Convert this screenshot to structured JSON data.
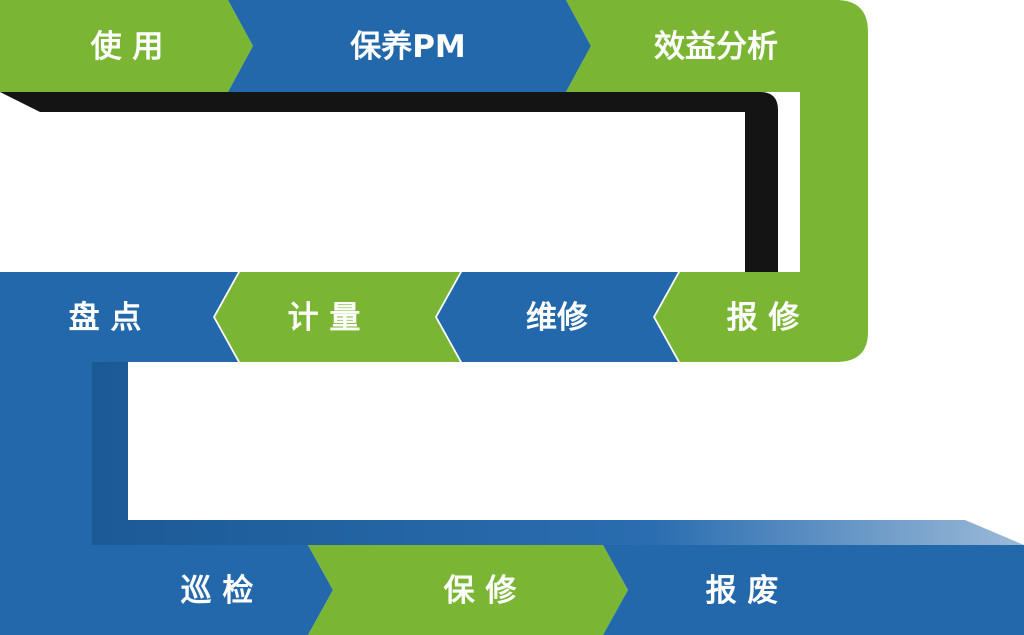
{
  "colors": {
    "green": "#7ab534",
    "blue": "#2368aa",
    "shadow": "#141414",
    "blue_shadow": "#1b4a7a",
    "background": "#ffffff"
  },
  "rows": [
    {
      "stages": [
        {
          "label": "使 用",
          "color": "green"
        },
        {
          "label": "保养PM",
          "color": "blue"
        },
        {
          "label": "效益分析",
          "color": "green"
        }
      ]
    },
    {
      "stages": [
        {
          "label": "盘 点",
          "color": "blue"
        },
        {
          "label": "计 量",
          "color": "green"
        },
        {
          "label": "维修",
          "color": "blue"
        },
        {
          "label": "报 修",
          "color": "green"
        }
      ]
    },
    {
      "stages": [
        {
          "label": "巡 检",
          "color": "blue"
        },
        {
          "label": "保 修",
          "color": "green"
        },
        {
          "label": "报 废",
          "color": "blue"
        }
      ]
    }
  ]
}
